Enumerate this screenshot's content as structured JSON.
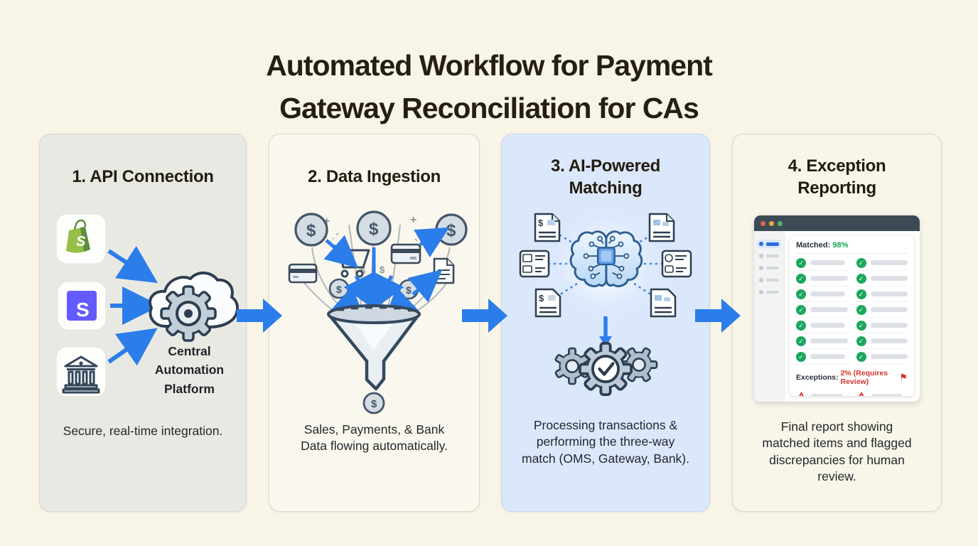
{
  "page": {
    "title": "Automated Workflow for Payment\nGateway Reconciliation for CAs"
  },
  "steps": [
    {
      "title": "1. API Connection",
      "platform_label": "Central\nAutomation\nPlatform",
      "caption": "Secure, real-time integration."
    },
    {
      "title": "2. Data Ingestion",
      "caption": "Sales, Payments, & Bank\nData flowing automatically."
    },
    {
      "title": "3. AI-Powered\nMatching",
      "caption": "Processing transactions &\nperforming the three-way\nmatch (OMS, Gateway, Bank)."
    },
    {
      "title": "4. Exception\nReporting",
      "caption": "Final report showing\nmatched items and flagged\ndiscrepancies for human\nreview."
    }
  ],
  "glyphs": {
    "shopify_s": "S",
    "stripe_s": "S",
    "dollar": "$",
    "plus": "+",
    "check": "✓",
    "flag": "⚑",
    "warning": "!"
  },
  "report": {
    "matched_label": "Matched:",
    "matched_value": "98%",
    "exceptions_label": "Exceptions:",
    "exceptions_value": "2% (Requires Review)",
    "matched_rows": 7,
    "matched_columns": 2,
    "warning_columns": 2,
    "sidebar_items": 5
  },
  "colors": {
    "page_bg": "#f8f4e6",
    "accent_blue": "#2b7de9",
    "success_green": "#17a35b",
    "alert_red": "#d7352c",
    "card1_bg": "#e9e9e4",
    "card2_bg": "#faf8ee",
    "card3_bg": "#dbe7fb",
    "card4_bg": "#f8f5e9",
    "outline_navy": "#2c3e50",
    "window_header": "#3c4b56"
  }
}
